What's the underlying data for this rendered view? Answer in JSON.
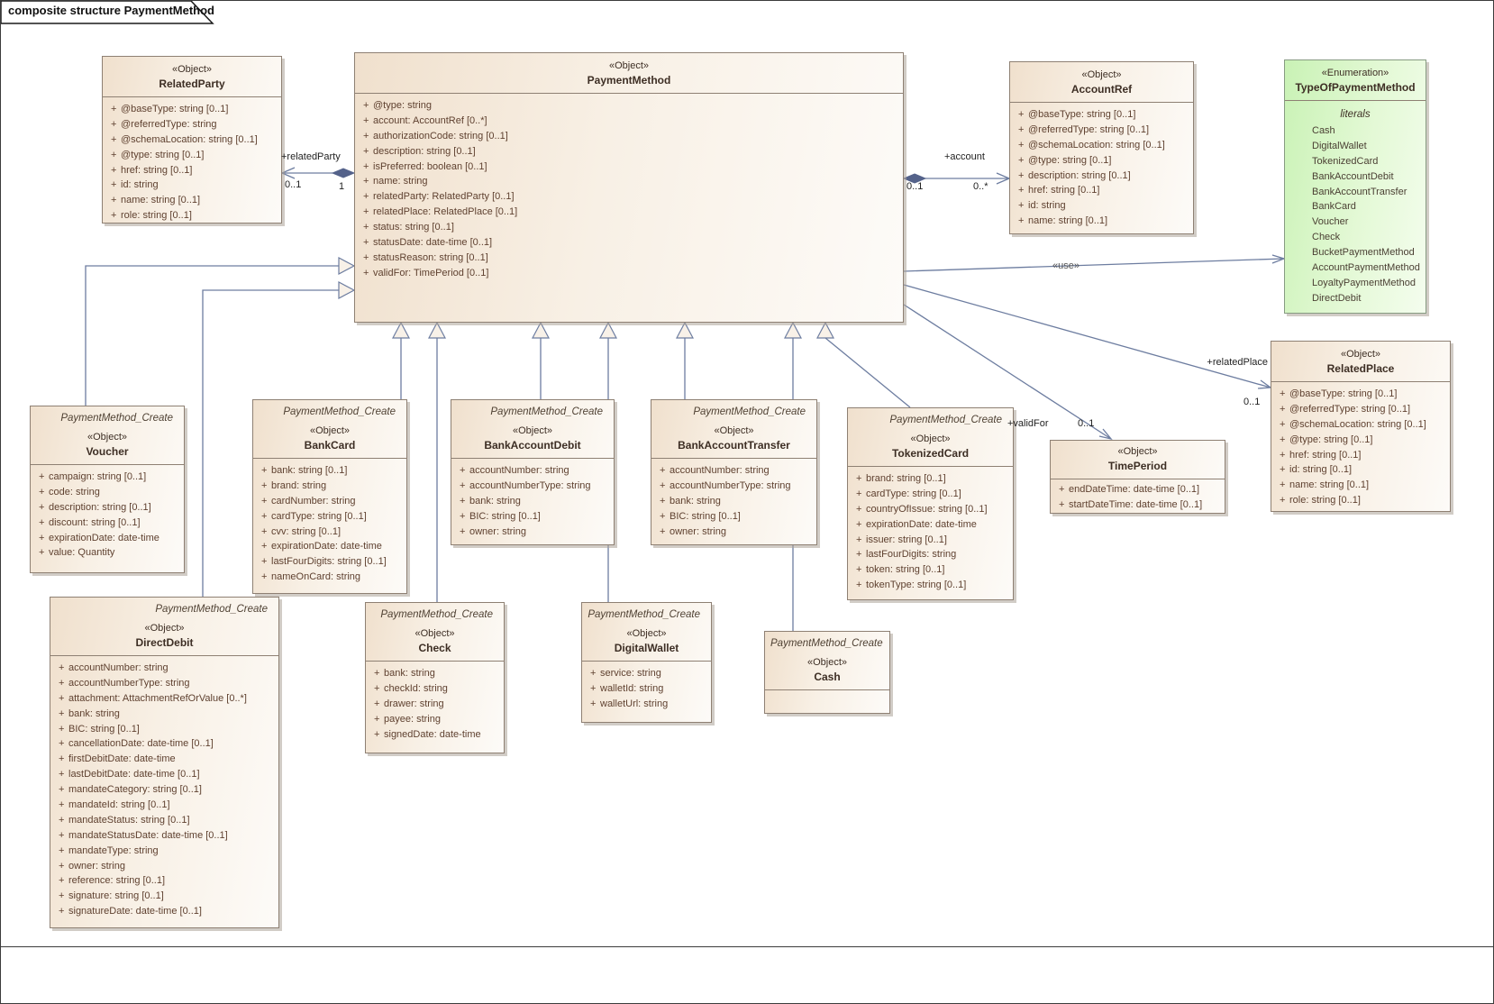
{
  "frame": {
    "tab_label": "composite structure PaymentMethod"
  },
  "colors": {
    "line_color": "#6d7da0",
    "box_border": "#8e8073",
    "attr_color": "#5f4130",
    "title_color": "#3d2e24",
    "note_color": "#4f4133",
    "label_color": "#222222"
  },
  "connector_labels": {
    "related_party_role": "+relatedParty",
    "related_party_source_mult": "0..1",
    "related_party_target_mult": "1",
    "account_role": "+account",
    "account_source_mult": "0..1",
    "account_target_mult": "0..*",
    "use_stereotype": "«use»",
    "related_place_role": "+relatedPlace",
    "related_place_mult": "0..1",
    "valid_for_role": "+validFor",
    "valid_for_mult": "0..1"
  },
  "classes": [
    {
      "stereotype": "«Object»",
      "name": "RelatedParty",
      "attributes": [
        {
          "vis": "+",
          "text": "@baseType: string [0..1]"
        },
        {
          "vis": "+",
          "text": "@referredType: string"
        },
        {
          "vis": "+",
          "text": "@schemaLocation: string [0..1]"
        },
        {
          "vis": "+",
          "text": "@type: string [0..1]"
        },
        {
          "vis": "+",
          "text": "href: string [0..1]"
        },
        {
          "vis": "+",
          "text": "id: string"
        },
        {
          "vis": "+",
          "text": "name: string [0..1]"
        },
        {
          "vis": "+",
          "text": "role: string [0..1]"
        }
      ]
    },
    {
      "stereotype": "«Object»",
      "name": "PaymentMethod",
      "attributes": [
        {
          "vis": "+",
          "text": "@type: string"
        },
        {
          "vis": "+",
          "text": "account: AccountRef [0..*]"
        },
        {
          "vis": "+",
          "text": "authorizationCode: string [0..1]"
        },
        {
          "vis": "+",
          "text": "description: string [0..1]"
        },
        {
          "vis": "+",
          "text": "isPreferred: boolean [0..1]"
        },
        {
          "vis": "+",
          "text": "name: string"
        },
        {
          "vis": "+",
          "text": "relatedParty: RelatedParty [0..1]"
        },
        {
          "vis": "+",
          "text": "relatedPlace: RelatedPlace [0..1]"
        },
        {
          "vis": "+",
          "text": "status: string [0..1]"
        },
        {
          "vis": "+",
          "text": "statusDate: date-time [0..1]"
        },
        {
          "vis": "+",
          "text": "statusReason: string [0..1]"
        },
        {
          "vis": "+",
          "text": "validFor: TimePeriod [0..1]"
        }
      ]
    },
    {
      "stereotype": "«Object»",
      "name": "AccountRef",
      "attributes": [
        {
          "vis": "+",
          "text": "@baseType: string [0..1]"
        },
        {
          "vis": "+",
          "text": "@referredType: string [0..1]"
        },
        {
          "vis": "+",
          "text": "@schemaLocation: string [0..1]"
        },
        {
          "vis": "+",
          "text": "@type: string [0..1]"
        },
        {
          "vis": "+",
          "text": "description: string [0..1]"
        },
        {
          "vis": "+",
          "text": "href: string [0..1]"
        },
        {
          "vis": "+",
          "text": "id: string"
        },
        {
          "vis": "+",
          "text": "name: string [0..1]"
        }
      ]
    },
    {
      "stereotype": "«Enumeration»",
      "name": "TypeOfPaymentMethod",
      "literals_label": "literals",
      "literals": [
        "Cash",
        "DigitalWallet",
        "TokenizedCard",
        "BankAccountDebit",
        "BankAccountTransfer",
        "BankCard",
        "Voucher",
        "Check",
        "BucketPaymentMethod",
        "AccountPaymentMethod",
        "LoyaltyPaymentMethod",
        "DirectDebit"
      ]
    },
    {
      "stereotype": "«Object»",
      "name": "RelatedPlace",
      "attributes": [
        {
          "vis": "+",
          "text": "@baseType: string [0..1]"
        },
        {
          "vis": "+",
          "text": "@referredType: string [0..1]"
        },
        {
          "vis": "+",
          "text": "@schemaLocation: string [0..1]"
        },
        {
          "vis": "+",
          "text": "@type: string [0..1]"
        },
        {
          "vis": "+",
          "text": "href: string [0..1]"
        },
        {
          "vis": "+",
          "text": "id: string [0..1]"
        },
        {
          "vis": "+",
          "text": "name: string [0..1]"
        },
        {
          "vis": "+",
          "text": "role: string [0..1]"
        }
      ]
    },
    {
      "stereotype": "«Object»",
      "name": "TimePeriod",
      "attributes": [
        {
          "vis": "+",
          "text": "endDateTime: date-time [0..1]"
        },
        {
          "vis": "+",
          "text": "startDateTime: date-time [0..1]"
        }
      ]
    },
    {
      "note": "PaymentMethod_Create",
      "stereotype": "«Object»",
      "name": "Voucher",
      "attributes": [
        {
          "vis": "+",
          "text": "campaign: string [0..1]"
        },
        {
          "vis": "+",
          "text": "code: string"
        },
        {
          "vis": "+",
          "text": "description: string [0..1]"
        },
        {
          "vis": "+",
          "text": "discount: string [0..1]"
        },
        {
          "vis": "+",
          "text": "expirationDate: date-time"
        },
        {
          "vis": "+",
          "text": "value: Quantity"
        }
      ]
    },
    {
      "note": "PaymentMethod_Create",
      "stereotype": "«Object»",
      "name": "BankCard",
      "attributes": [
        {
          "vis": "+",
          "text": "bank: string [0..1]"
        },
        {
          "vis": "+",
          "text": "brand: string"
        },
        {
          "vis": "+",
          "text": "cardNumber: string"
        },
        {
          "vis": "+",
          "text": "cardType: string [0..1]"
        },
        {
          "vis": "+",
          "text": "cvv: string [0..1]"
        },
        {
          "vis": "+",
          "text": "expirationDate: date-time"
        },
        {
          "vis": "+",
          "text": "lastFourDigits: string [0..1]"
        },
        {
          "vis": "+",
          "text": "nameOnCard: string"
        }
      ]
    },
    {
      "note": "PaymentMethod_Create",
      "stereotype": "«Object»",
      "name": "BankAccountDebit",
      "attributes": [
        {
          "vis": "+",
          "text": "accountNumber: string"
        },
        {
          "vis": "+",
          "text": "accountNumberType: string"
        },
        {
          "vis": "+",
          "text": "bank: string"
        },
        {
          "vis": "+",
          "text": "BIC: string [0..1]"
        },
        {
          "vis": "+",
          "text": "owner: string"
        }
      ]
    },
    {
      "note": "PaymentMethod_Create",
      "stereotype": "«Object»",
      "name": "BankAccountTransfer",
      "attributes": [
        {
          "vis": "+",
          "text": "accountNumber: string"
        },
        {
          "vis": "+",
          "text": "accountNumberType: string"
        },
        {
          "vis": "+",
          "text": "bank: string"
        },
        {
          "vis": "+",
          "text": "BIC: string [0..1]"
        },
        {
          "vis": "+",
          "text": "owner: string"
        }
      ]
    },
    {
      "note": "PaymentMethod_Create",
      "stereotype": "«Object»",
      "name": "TokenizedCard",
      "attributes": [
        {
          "vis": "+",
          "text": "brand: string [0..1]"
        },
        {
          "vis": "+",
          "text": "cardType: string [0..1]"
        },
        {
          "vis": "+",
          "text": "countryOfIssue: string [0..1]"
        },
        {
          "vis": "+",
          "text": "expirationDate: date-time"
        },
        {
          "vis": "+",
          "text": "issuer: string [0..1]"
        },
        {
          "vis": "+",
          "text": "lastFourDigits: string"
        },
        {
          "vis": "+",
          "text": "token: string [0..1]"
        },
        {
          "vis": "+",
          "text": "tokenType: string [0..1]"
        }
      ]
    },
    {
      "note": "PaymentMethod_Create",
      "stereotype": "«Object»",
      "name": "DirectDebit",
      "attributes": [
        {
          "vis": "+",
          "text": "accountNumber: string"
        },
        {
          "vis": "+",
          "text": "accountNumberType: string"
        },
        {
          "vis": "+",
          "text": "attachment: AttachmentRefOrValue [0..*]"
        },
        {
          "vis": "+",
          "text": "bank: string"
        },
        {
          "vis": "+",
          "text": "BIC: string [0..1]"
        },
        {
          "vis": "+",
          "text": "cancellationDate: date-time [0..1]"
        },
        {
          "vis": "+",
          "text": "firstDebitDate: date-time"
        },
        {
          "vis": "+",
          "text": "lastDebitDate: date-time [0..1]"
        },
        {
          "vis": "+",
          "text": "mandateCategory: string [0..1]"
        },
        {
          "vis": "+",
          "text": "mandateId: string [0..1]"
        },
        {
          "vis": "+",
          "text": "mandateStatus: string [0..1]"
        },
        {
          "vis": "+",
          "text": "mandateStatusDate: date-time [0..1]"
        },
        {
          "vis": "+",
          "text": "mandateType: string"
        },
        {
          "vis": "+",
          "text": "owner: string"
        },
        {
          "vis": "+",
          "text": "reference: string [0..1]"
        },
        {
          "vis": "+",
          "text": "signature: string [0..1]"
        },
        {
          "vis": "+",
          "text": "signatureDate: date-time [0..1]"
        }
      ]
    },
    {
      "note": "PaymentMethod_Create",
      "stereotype": "«Object»",
      "name": "Check",
      "attributes": [
        {
          "vis": "+",
          "text": "bank: string"
        },
        {
          "vis": "+",
          "text": "checkId: string"
        },
        {
          "vis": "+",
          "text": "drawer: string"
        },
        {
          "vis": "+",
          "text": "payee: string"
        },
        {
          "vis": "+",
          "text": "signedDate: date-time"
        }
      ]
    },
    {
      "note": "PaymentMethod_Create",
      "stereotype": "«Object»",
      "name": "DigitalWallet",
      "attributes": [
        {
          "vis": "+",
          "text": "service: string"
        },
        {
          "vis": "+",
          "text": "walletId: string"
        },
        {
          "vis": "+",
          "text": "walletUrl: string"
        }
      ]
    },
    {
      "note": "PaymentMethod_Create",
      "stereotype": "«Object»",
      "name": "Cash",
      "attributes": []
    }
  ]
}
